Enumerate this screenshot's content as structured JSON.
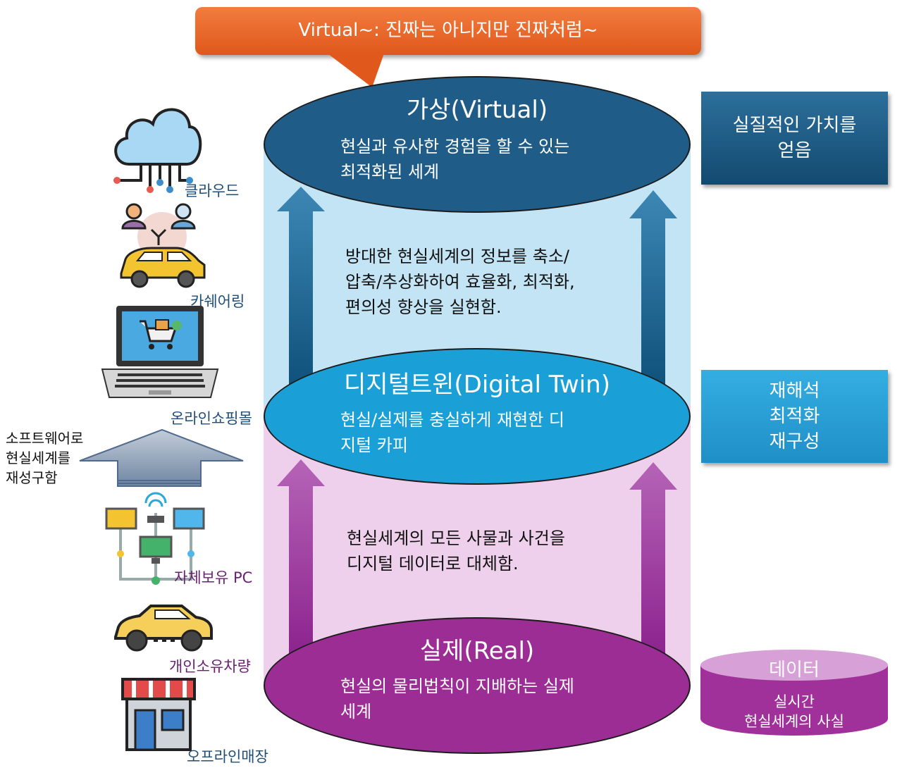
{
  "callout": "Virtual~: 진짜는 아니지만 진짜처럼~",
  "layers": {
    "virtual": {
      "title": "가상(Virtual)",
      "desc_line1": "현실과 유사한 경험을 할 수 있는",
      "desc_line2": "최적화된 세계"
    },
    "twin": {
      "title": "디지털트윈(Digital Twin)",
      "desc_line1": "현실/실제를 충실하게 재현한 디",
      "desc_line2": "지털 카피"
    },
    "real": {
      "title": "실제(Real)",
      "desc_line1": "현실의 물리법칙이 지배하는 실제",
      "desc_line2": "세계"
    }
  },
  "upper_text": {
    "line1": "방대한 현실세계의 정보를 축소/",
    "line2": "압축/추상화하여 효율화, 최적화,",
    "line3": "편의성 향상을 실현함."
  },
  "lower_text": {
    "line1": "현실세계의 모든 사물과 사건을",
    "line2": "디지털 데이터로 대체함."
  },
  "right": {
    "value": {
      "line1": "실질적인 가치를",
      "line2": "얻음"
    },
    "process": {
      "line1": "재해석",
      "line2": "최적화",
      "line3": "재구성"
    },
    "data": {
      "title": "데이터",
      "line1": "실시간",
      "line2": "현실세계의 사실"
    }
  },
  "left_labels": {
    "cloud": "클라우드",
    "carshare": "카쉐어링",
    "shopping": "온라인쇼핑몰",
    "own_pc": "자체보유 PC",
    "own_car": "개인소유차량",
    "store": "오프라인매장"
  },
  "software": {
    "line1": "소프트웨어로",
    "line2": "현실세계를",
    "line3": "재성구함"
  },
  "colors": {
    "callout": "#e8652a",
    "virtual": "#1f5d88",
    "twin": "#1aa0d6",
    "real": "#9c2d94",
    "band_blue": "#c3e4f4",
    "band_pink": "#efd0ec"
  }
}
